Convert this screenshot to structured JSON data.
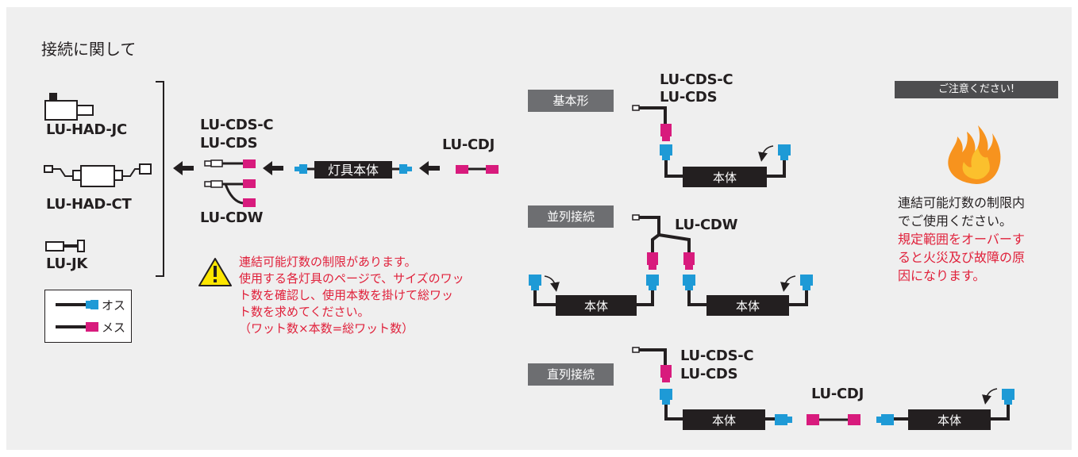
{
  "title": "接続に関して",
  "devices": {
    "had_jc": "LU-HAD-JC",
    "had_ct": "LU-HAD-CT",
    "jk": "LU-JK"
  },
  "legend": {
    "male": "オス",
    "female": "メス"
  },
  "main_diagram": {
    "cds_label_1": "LU-CDS-C",
    "cds_label_2": "LU-CDS",
    "cdw_label": "LU-CDW",
    "cdj_label": "LU-CDJ",
    "lamp_body": "灯具本体"
  },
  "warning": {
    "lines": [
      "連結可能灯数の制限があります。",
      "使用する各灯具のページで、サイズのワッ",
      "ト数を確認し、使用本数を掛けて総ワッ",
      "ト数を求めてください。",
      "（ワット数×本数=総ワット数）"
    ]
  },
  "sections": {
    "basic": {
      "tag": "基本形",
      "label_1": "LU-CDS-C",
      "label_2": "LU-CDS",
      "body": "本体"
    },
    "parallel": {
      "tag": "並列接続",
      "label": "LU-CDW",
      "body_1": "本体",
      "body_2": "本体"
    },
    "series": {
      "tag": "直列接続",
      "label_1": "LU-CDS-C",
      "label_2": "LU-CDS",
      "label_3": "LU-CDJ",
      "body_1": "本体",
      "body_2": "本体"
    }
  },
  "caution": {
    "heading": "ご注意ください!",
    "note_black_1": "連結可能灯数の制限内",
    "note_black_2": "でご使用ください。",
    "note_red_1": "規定範囲をオーバーす",
    "note_red_2": "ると火災及び故障の原",
    "note_red_3": "因になります。"
  },
  "colors": {
    "male": "#1e9ad6",
    "female": "#d81b7d",
    "body": "#231f20",
    "tag": "#6d6e71",
    "warning": "#e0213b",
    "fire": "#f7931e"
  }
}
